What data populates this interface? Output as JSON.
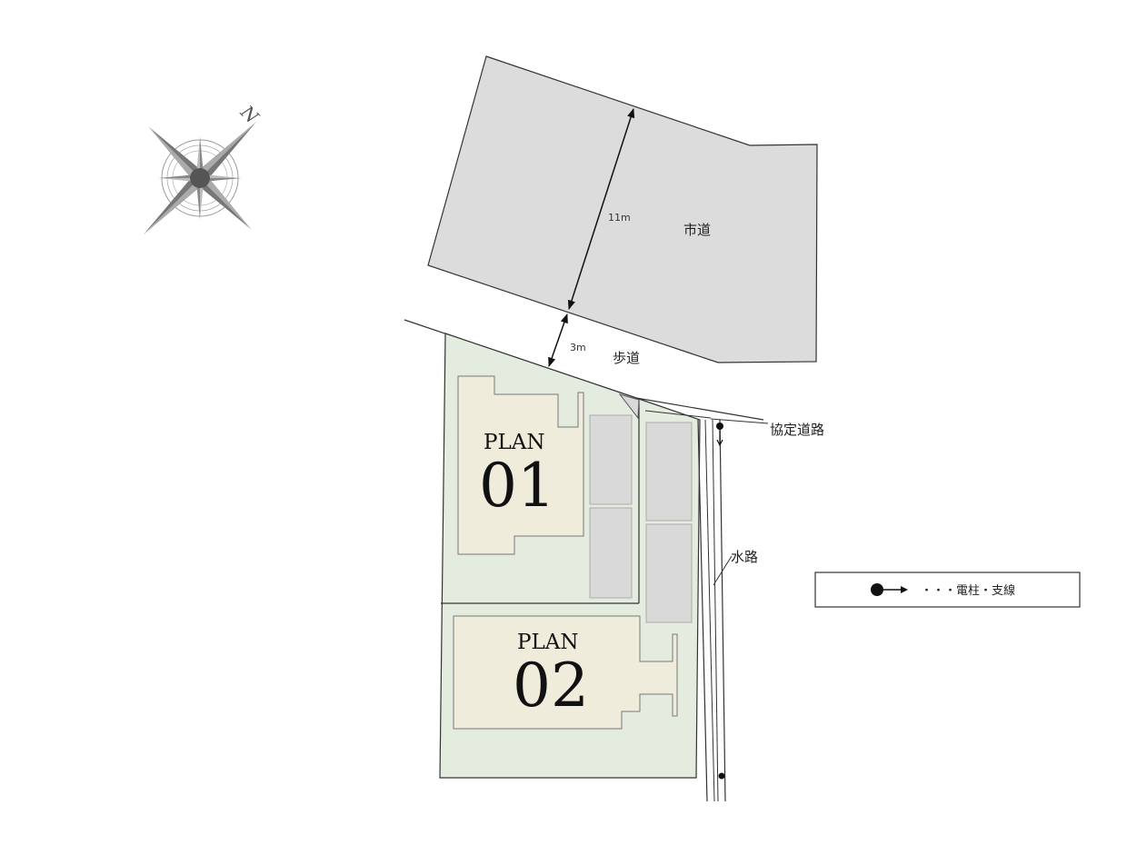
{
  "compass": {
    "north_label": "N",
    "icon": "compass-rose-icon"
  },
  "roads": {
    "city_road_label": "市道",
    "city_road_width": "11m",
    "sidewalk_label": "歩道",
    "sidewalk_width": "3m",
    "agreement_road_label": "協定道路",
    "waterway_label": "水路"
  },
  "plans": [
    {
      "word": "PLAN",
      "number": "01"
    },
    {
      "word": "PLAN",
      "number": "02"
    }
  ],
  "legend": {
    "icon": "utility-pole-guy-wire-icon",
    "text": "・・・電柱・支線"
  },
  "colors": {
    "road": "#dcdcdc",
    "lot": "#e4ecdf",
    "building": "#efecdc",
    "parking": "#d9d9d9",
    "line": "#333333"
  }
}
